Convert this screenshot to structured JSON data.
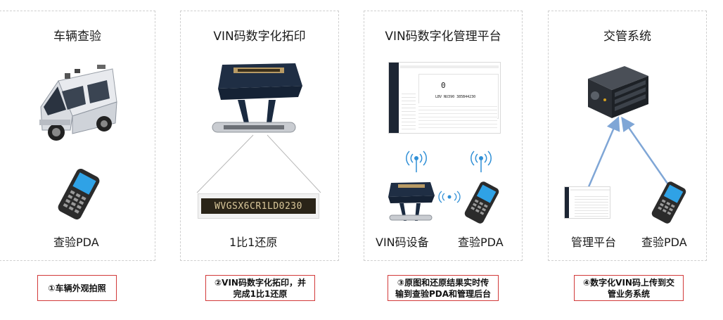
{
  "panels": [
    {
      "title": "车辆查验",
      "labels": [
        "查验PDA"
      ]
    },
    {
      "title": "VIN码数字化拓印",
      "labels": [
        "1比1还原"
      ],
      "vin_text": "WVGSX6CR1LD0230"
    },
    {
      "title": "VIN码数字化管理平台",
      "labels": [
        "VIN码设备",
        "查验PDA"
      ],
      "screen_value": "0",
      "screen_code": "LBV NU390 385B44230"
    },
    {
      "title": "交管系统",
      "labels": [
        "管理平台",
        "查验PDA"
      ]
    }
  ],
  "steps": [
    {
      "text": "①车辆外观拍照"
    },
    {
      "line1": "②VIN码数字化拓印，并",
      "line2": "完成1比1还原"
    },
    {
      "line1": "③原图和还原结果实时传",
      "line2": "输到查验PDA和管理后台"
    },
    {
      "line1": "④数字化VIN码上传到交",
      "line2": "管业务系统"
    }
  ],
  "colors": {
    "arrow": "#7fa6d6",
    "step_border": "#d23a3a",
    "panel_border": "#cfcfcf"
  }
}
